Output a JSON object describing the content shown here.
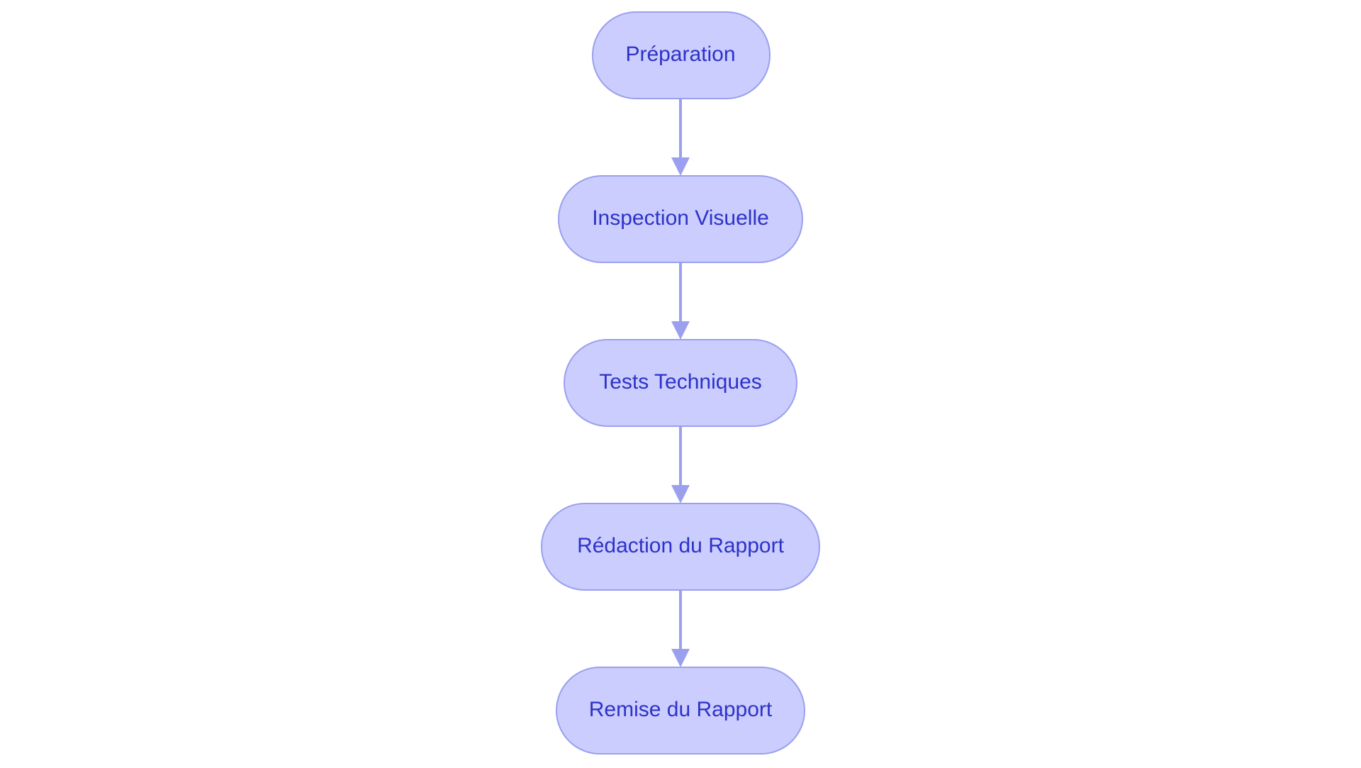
{
  "diagram": {
    "type": "flowchart",
    "direction": "top-to-bottom",
    "colors": {
      "node_fill": "#cacdfd",
      "node_stroke": "#9aa0ee",
      "text": "#2e32c8",
      "edge": "#9aa0ee"
    },
    "nodes": [
      {
        "id": "preparation",
        "label": "Préparation"
      },
      {
        "id": "inspection-visuelle",
        "label": "Inspection Visuelle"
      },
      {
        "id": "tests-techniques",
        "label": "Tests Techniques"
      },
      {
        "id": "redaction-rapport",
        "label": "Rédaction du Rapport"
      },
      {
        "id": "remise-rapport",
        "label": "Remise du Rapport"
      }
    ],
    "edges": [
      {
        "from": "preparation",
        "to": "inspection-visuelle"
      },
      {
        "from": "inspection-visuelle",
        "to": "tests-techniques"
      },
      {
        "from": "tests-techniques",
        "to": "redaction-rapport"
      },
      {
        "from": "redaction-rapport",
        "to": "remise-rapport"
      }
    ]
  }
}
